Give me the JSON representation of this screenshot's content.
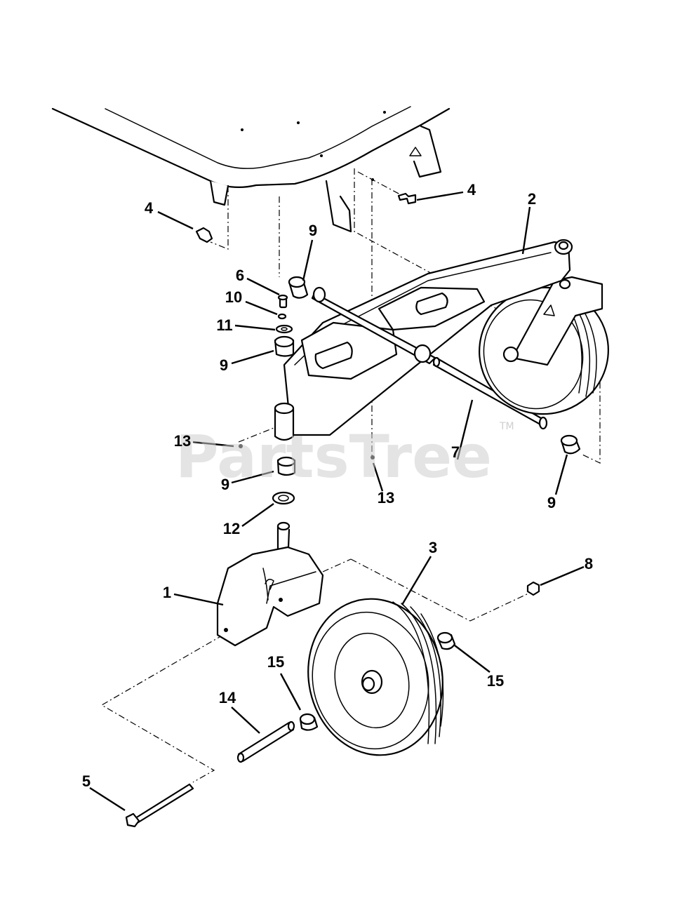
{
  "watermark": {
    "text": "PartsTree",
    "tm": "TM"
  },
  "callouts": [
    "4",
    "4",
    "2",
    "9",
    "6",
    "10",
    "11",
    "9",
    "13",
    "9",
    "12",
    "13",
    "7",
    "9",
    "1",
    "3",
    "8",
    "15",
    "15",
    "14",
    "5"
  ]
}
